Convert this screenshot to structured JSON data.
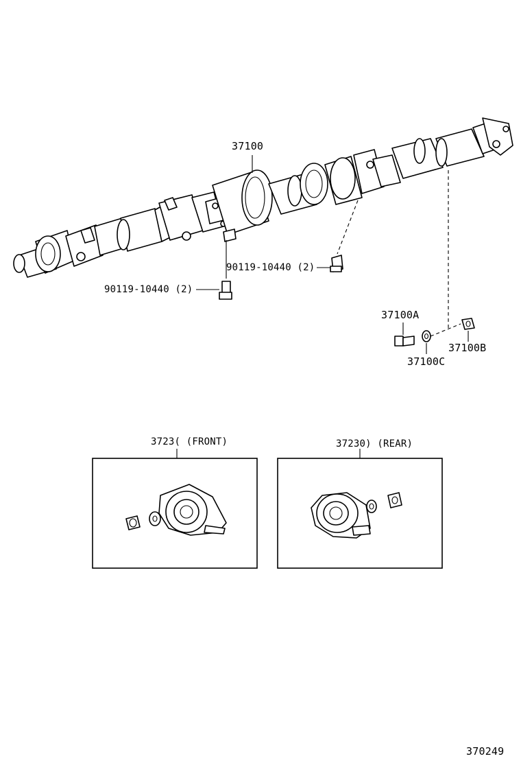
{
  "labels": {
    "main_shaft": "37100",
    "bolt_right": "90119-10440 (2)",
    "bolt_left": "90119-10440 (2)",
    "part_a": "37100A",
    "part_b": "37100B",
    "part_c": "37100C",
    "bearing_front": "3723( (FRONT)",
    "bearing_rear": "37230) (REAR)",
    "figure_number": "370249"
  }
}
